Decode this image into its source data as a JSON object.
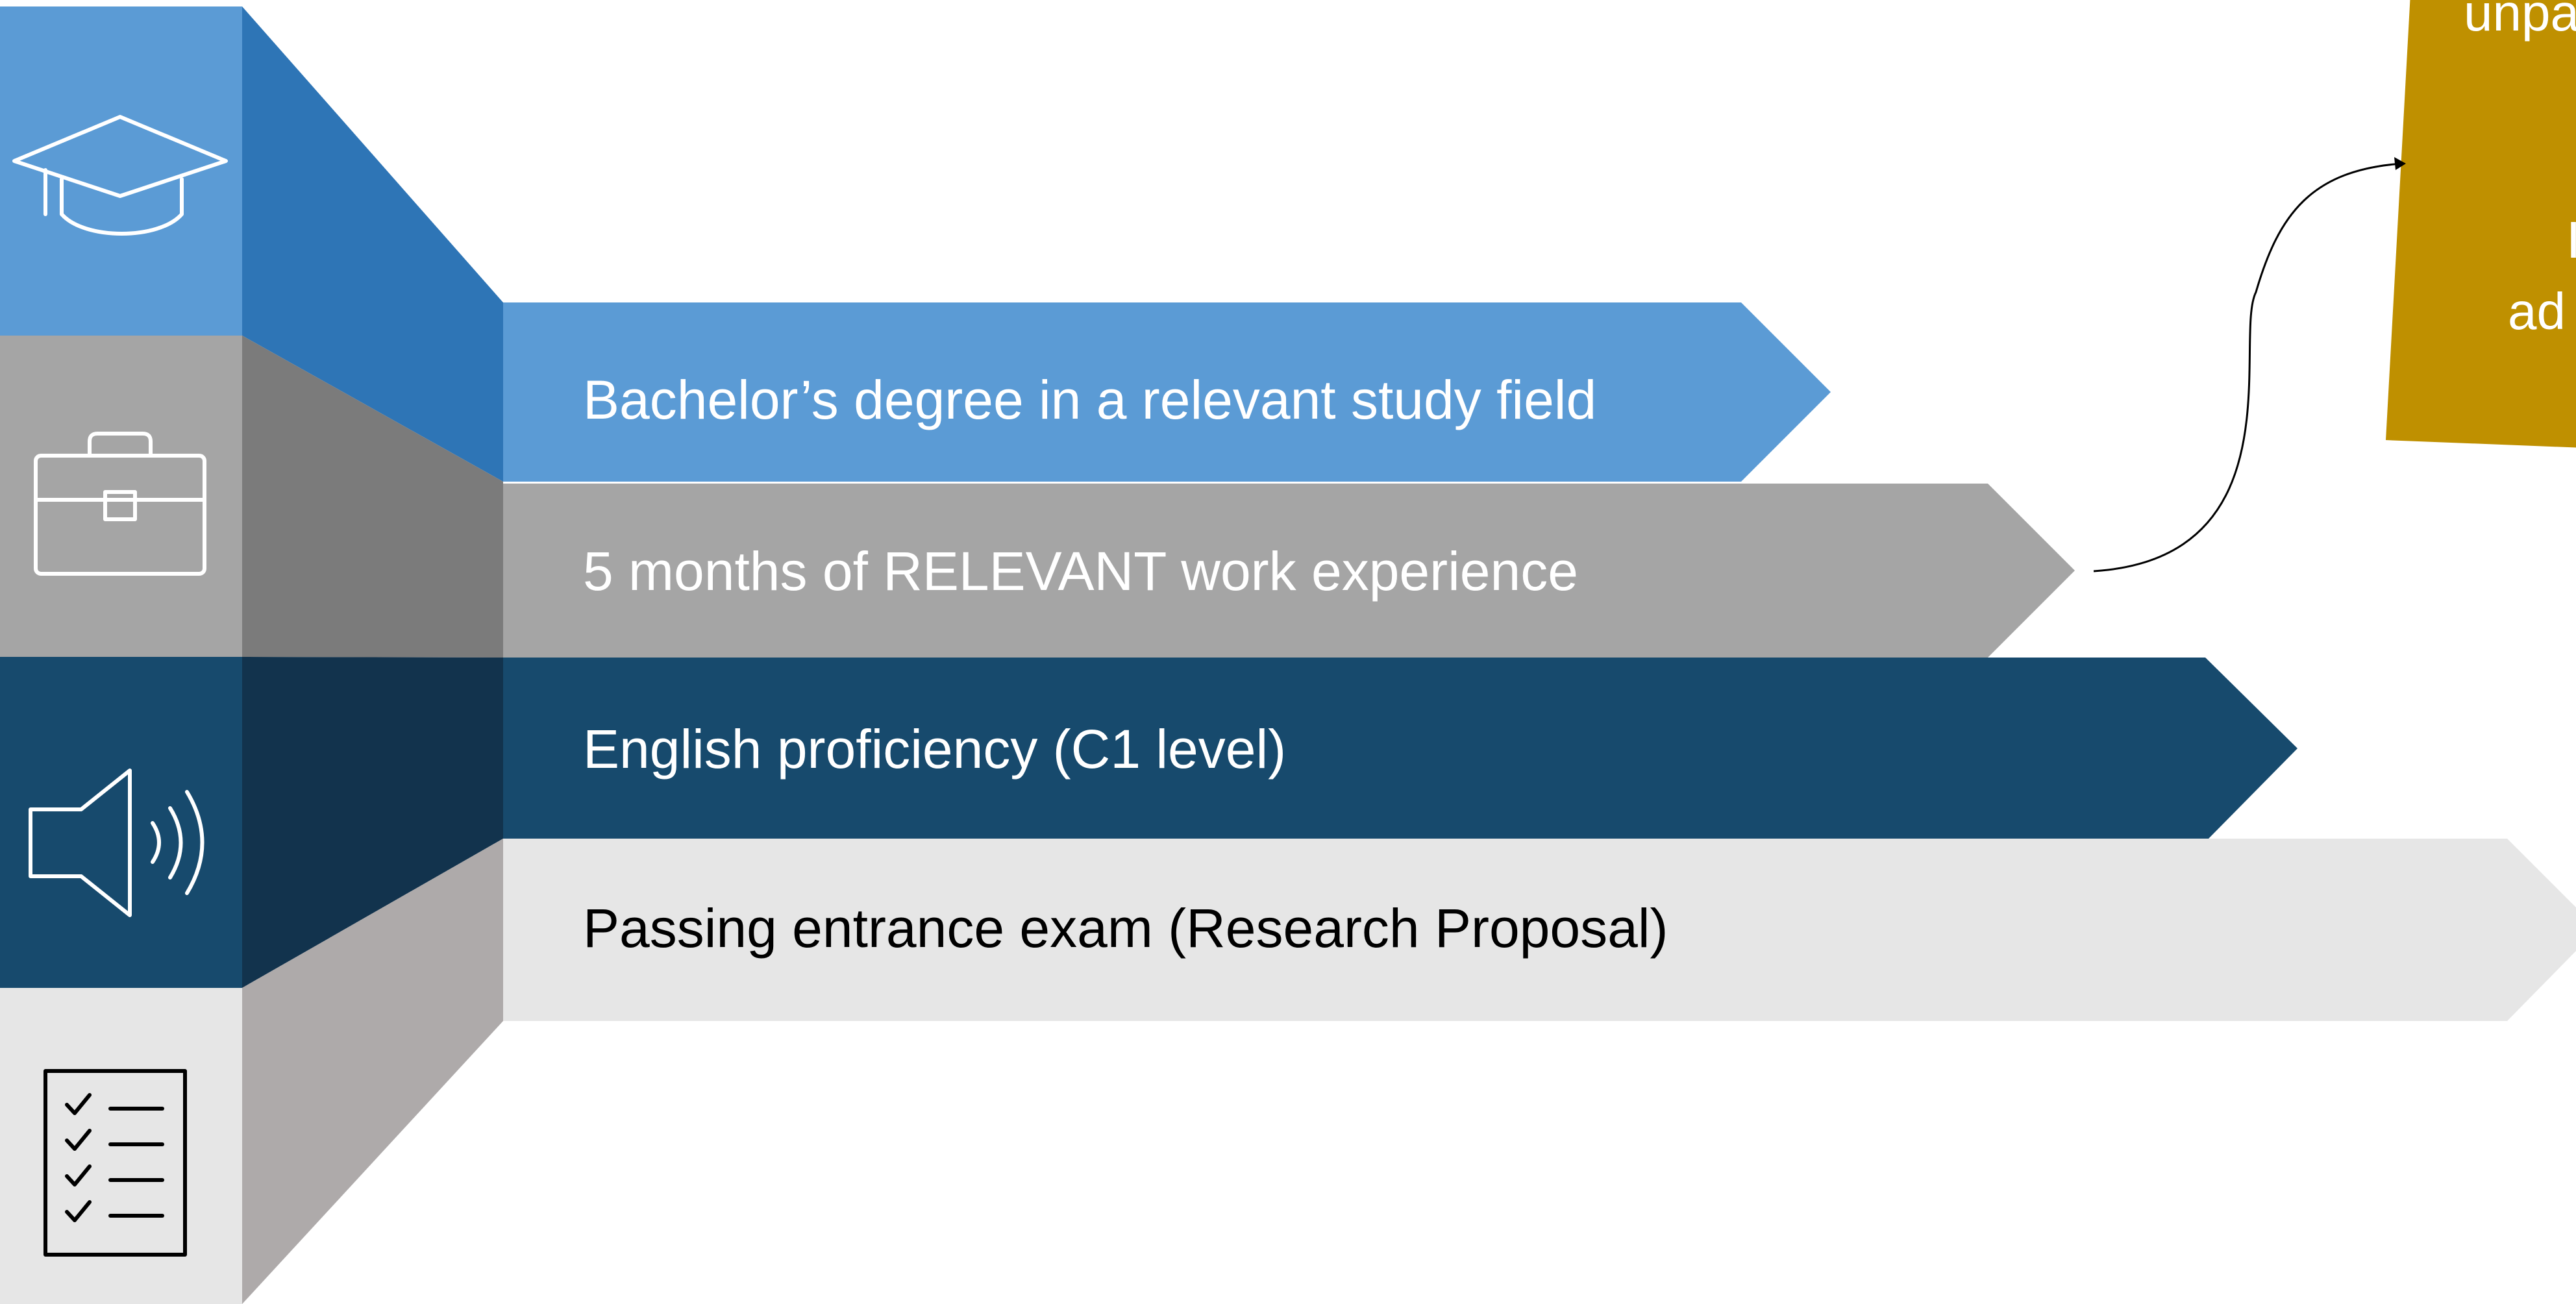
{
  "requirements": [
    {
      "label": "Bachelor’s degree in a relevant study field",
      "icon": "graduation-cap-icon",
      "color": "#5b9bd5",
      "text_color": "#ffffff"
    },
    {
      "label": "5 months of RELEVANT work experience",
      "icon": "briefcase-icon",
      "color": "#a5a5a5",
      "text_color": "#ffffff"
    },
    {
      "label": "English proficiency (C1 level)",
      "icon": "speaker-icon",
      "color": "#174a6d",
      "text_color": "#ffffff"
    },
    {
      "label": "Passing entrance exam (Research Proposal)",
      "icon": "checklist-icon",
      "color": "#e6e6e6",
      "text_color": "#000000"
    }
  ],
  "note": {
    "color": "#bf9000",
    "line_1": "unpa",
    "line_2": "I",
    "line_3": "ad"
  }
}
